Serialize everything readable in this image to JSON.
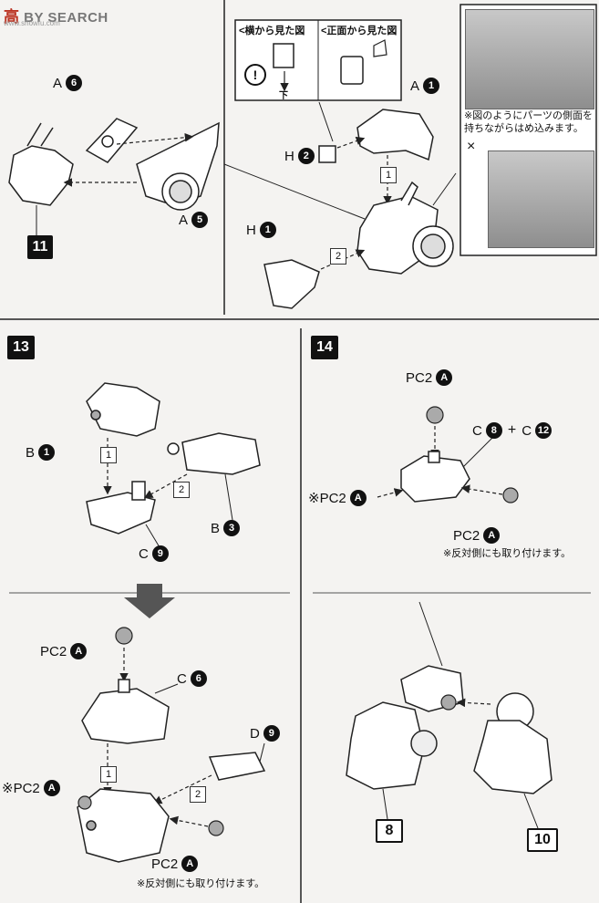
{
  "watermark": {
    "mark": "高",
    "text": "BY SEARCH",
    "url": "www.showfu.com"
  },
  "top": {
    "step11_badge": "11",
    "left_labels": [
      {
        "part": "A",
        "num": "6"
      },
      {
        "part": "A",
        "num": "5"
      }
    ],
    "view_side": "<横から見た図",
    "view_front": "<正面から見た図",
    "side_mark": "!",
    "side_arrow_label": "下",
    "right_labels": [
      {
        "part": "A",
        "num": "1"
      },
      {
        "part": "H",
        "num": "2"
      },
      {
        "part": "H",
        "num": "1"
      }
    ],
    "seq1": "1",
    "seq2": "2",
    "note_photo": [
      "※図のようにパーツの側面を",
      "持ちながらはめ込みます。"
    ],
    "x_mark": "×"
  },
  "step13": {
    "badge": "13",
    "upper_labels": [
      {
        "part": "B",
        "num": "1"
      },
      {
        "part": "B",
        "num": "3"
      },
      {
        "part": "C",
        "num": "9"
      }
    ],
    "seq1": "1",
    "seq2": "2",
    "lower_labels": {
      "pc_top": {
        "part": "PC2",
        "num": "A"
      },
      "c6": {
        "part": "C",
        "num": "6"
      },
      "d9": {
        "part": "D",
        "num": "9"
      },
      "pc_left": {
        "part": "※PC2",
        "num": "A"
      },
      "pc_bottom": {
        "part": "PC2",
        "num": "A"
      }
    },
    "lower_seq1": "1",
    "lower_seq2": "2",
    "note": "※反対側にも取り付けます。"
  },
  "step14": {
    "badge": "14",
    "labels": {
      "pc_top": {
        "part": "PC2",
        "num": "A"
      },
      "c8": {
        "part": "C",
        "num": "8"
      },
      "c12": {
        "part": "C",
        "num": "12"
      },
      "pc_left": {
        "part": "※PC2",
        "num": "A"
      },
      "pc_right": {
        "part": "PC2",
        "num": "A"
      }
    },
    "plus": "+",
    "note": "※反対側にも取り付けます。",
    "badge8": "8",
    "badge10": "10"
  }
}
